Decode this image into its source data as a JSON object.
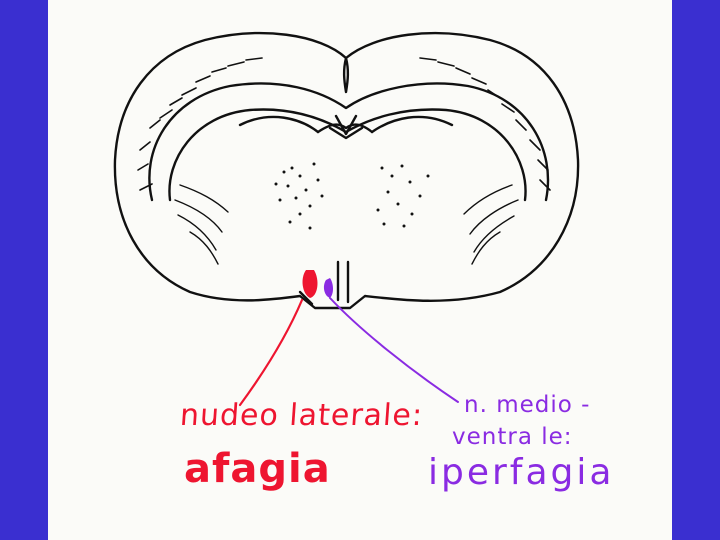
{
  "labels": {
    "lateral_nucleus": "nudeo laterale:",
    "lateral_effect": "afagia",
    "ventromedial_nucleus_line1": "n. medio -",
    "ventromedial_nucleus_line2": "ventra le:",
    "ventromedial_effect": "iperfagia"
  },
  "colors": {
    "background": "#3a2fd0",
    "paper": "#fbfbf8",
    "lateral": "#ee1530",
    "ventromedial": "#8a2be2",
    "ink": "#111111"
  }
}
